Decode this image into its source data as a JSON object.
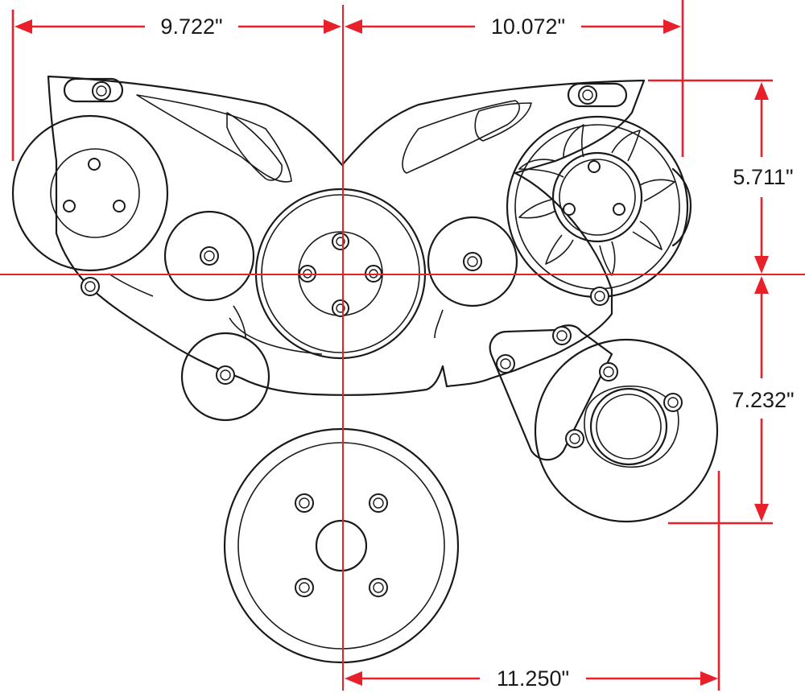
{
  "dimensions": {
    "left_width": "9.722\"",
    "right_width": "10.072\"",
    "upper_height": "5.711\"",
    "lower_height": "7.232\"",
    "bottom_width": "11.250\""
  },
  "colors": {
    "dimension": "#e8202a",
    "linework": "#1a1a1a",
    "background": "#ffffff"
  }
}
